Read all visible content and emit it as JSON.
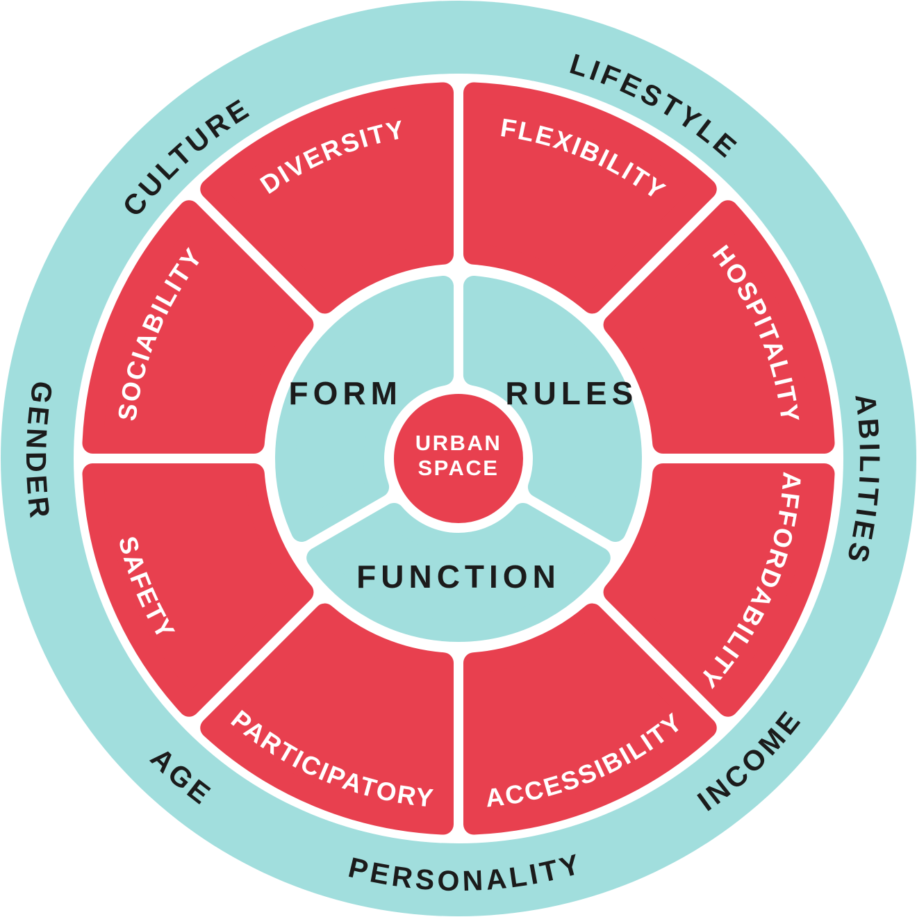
{
  "colors": {
    "red": "#E8404F",
    "teal": "#A1DEDD",
    "text_dark": "#1B1B1B",
    "text_light": "#FFFFFF",
    "background": "#FFFFFF"
  },
  "center": {
    "label_lines": [
      "URBAN",
      "SPACE"
    ]
  },
  "inner_ring": {
    "segments": [
      {
        "label": "FORM",
        "start": 240,
        "end": 360,
        "label_angle": 300,
        "label_radius": 188
      },
      {
        "label": "RULES",
        "start": 0,
        "end": 120,
        "label_angle": 60,
        "label_radius": 188
      },
      {
        "label": "FUNCTION",
        "start": 120,
        "end": 240,
        "label_angle": 180,
        "label_radius": 170
      }
    ]
  },
  "middle_ring": {
    "segments": [
      {
        "label": "FLEXIBILITY",
        "start": 0,
        "end": 45,
        "flip": false
      },
      {
        "label": "HOSPITALITY",
        "start": 45,
        "end": 90,
        "flip": false
      },
      {
        "label": "AFFORDABILITY",
        "start": 90,
        "end": 135,
        "flip": false
      },
      {
        "label": "ACCESSIBILITY",
        "start": 135,
        "end": 180,
        "flip": true
      },
      {
        "label": "PARTICIPATORY",
        "start": 180,
        "end": 225,
        "flip": true
      },
      {
        "label": "SAFETY",
        "start": 225,
        "end": 270,
        "flip": true
      },
      {
        "label": "SOCIABILITY",
        "start": 270,
        "end": 315,
        "flip": false
      },
      {
        "label": "DIVERSITY",
        "start": 315,
        "end": 360,
        "flip": false
      }
    ]
  },
  "outer_ring": {
    "labels": [
      {
        "text": "LIFESTYLE",
        "angle": 29,
        "flip": false
      },
      {
        "text": "ABILITIES",
        "angle": 93,
        "flip": false
      },
      {
        "text": "INCOME",
        "angle": 136,
        "flip": true
      },
      {
        "text": "PERSONALITY",
        "angle": 179,
        "flip": true
      },
      {
        "text": "AGE",
        "angle": 221,
        "flip": true
      },
      {
        "text": "GENDER",
        "angle": 271,
        "flip": true
      },
      {
        "text": "CULTURE",
        "angle": 318,
        "flip": false
      }
    ]
  }
}
